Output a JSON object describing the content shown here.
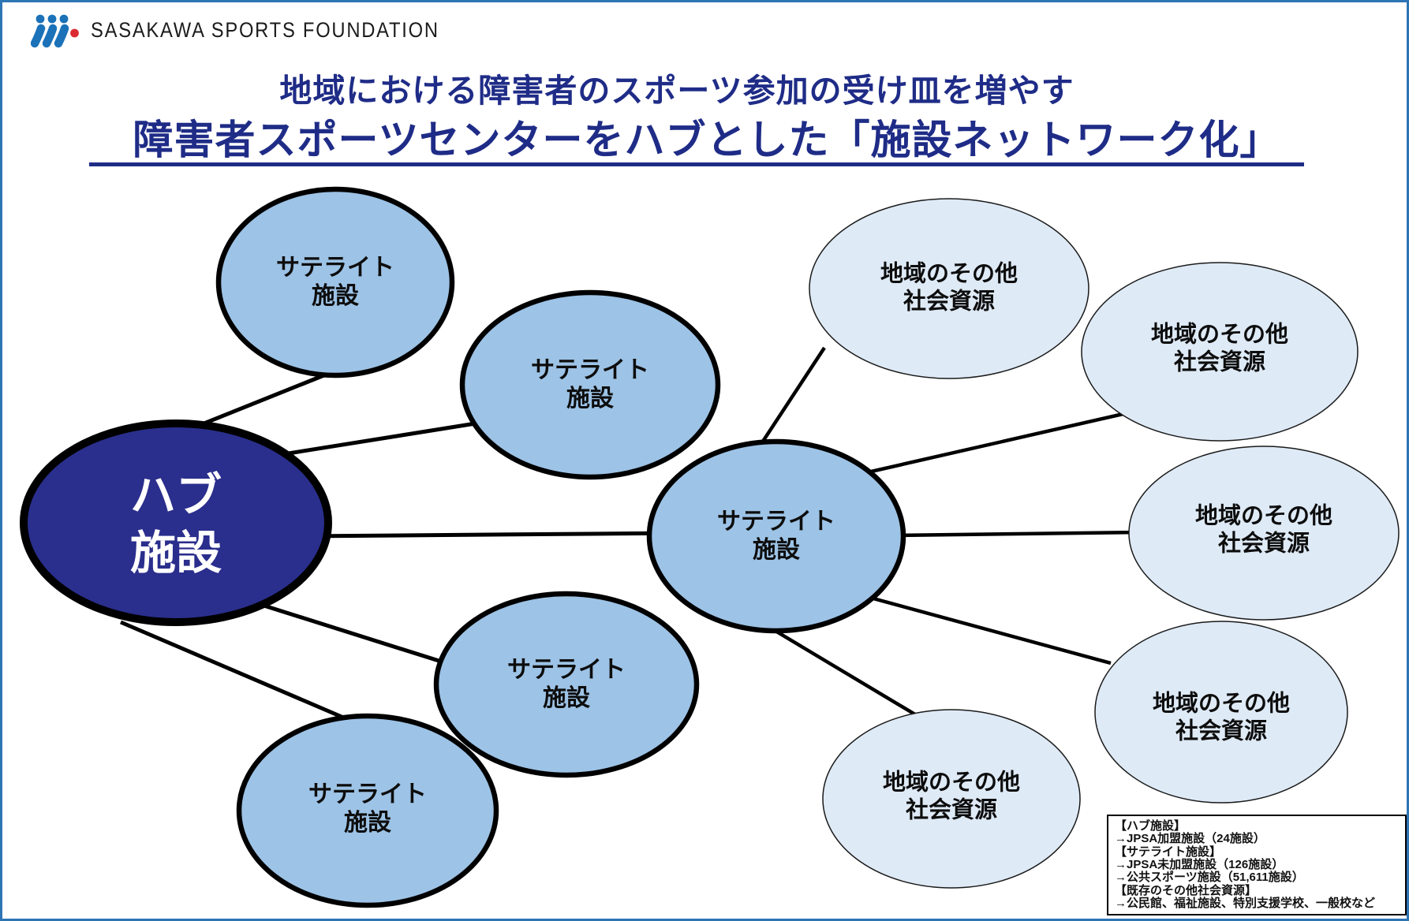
{
  "page": {
    "background": "#FFFFFF",
    "border_color": "#2E75B6"
  },
  "logo": {
    "brand": "SASAKAWA SPORTS FOUNDATION",
    "icon": "ssf-three-runners-icon",
    "mark_blue": "#1B72B8",
    "mark_red": "#DB2B32"
  },
  "title": {
    "line1": "地域における障害者のスポーツ参加の受け皿を増やす",
    "line2": "障害者スポーツセンターをハブとした「施設ネットワーク化」",
    "color": "#1F2C87"
  },
  "diagram": {
    "hub": {
      "line1": "ハブ",
      "line2": "施設",
      "fill": "#2A2E8C",
      "text_color": "#FFFFFF",
      "count": 1
    },
    "satellite": {
      "line1": "サテライト",
      "line2": "施設",
      "fill": "#9DC3E6",
      "text_color": "#0D0D0D",
      "count": 5
    },
    "resource": {
      "line1": "地域のその他",
      "line2": "社会資源",
      "fill": "#DEEAF6",
      "text_color": "#0D0D0D",
      "count": 5
    },
    "connector_color": "#000000"
  },
  "legend": {
    "lines": [
      "【ハブ施設】",
      "→JPSA加盟施設（24施設）",
      "【サテライト施設】",
      "→JPSA未加盟施設（126施設）",
      "→公共スポーツ施設（51,611施設）",
      "【既存のその他社会資源】",
      "→公民館、福祉施設、特別支援学校、一般校など"
    ]
  }
}
